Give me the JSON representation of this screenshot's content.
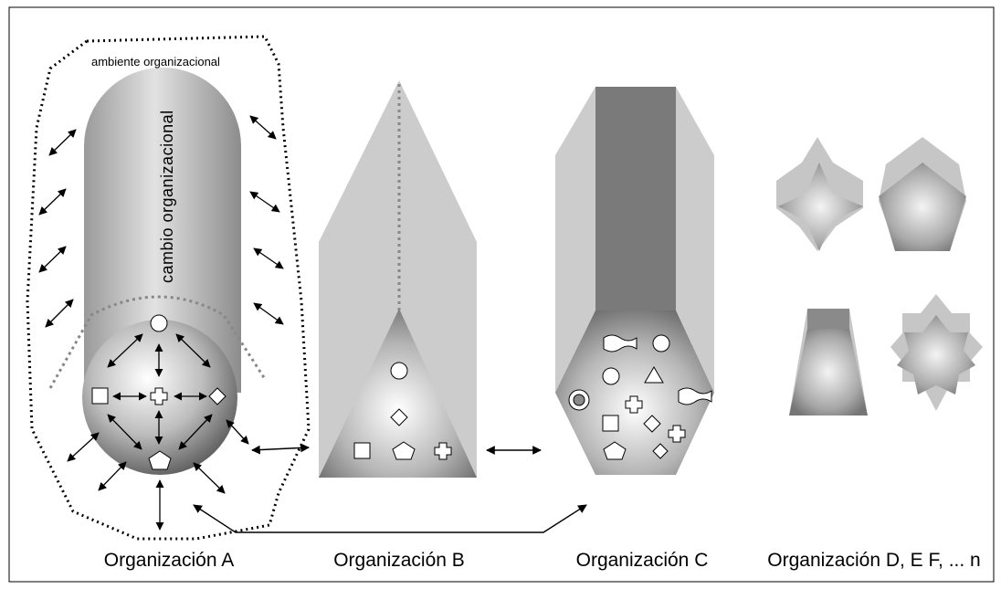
{
  "labels": {
    "ambiente": "ambiente organizacional",
    "cambio": "cambio organizacional"
  },
  "captions": {
    "a": "Organización A",
    "b": "Organización B",
    "c": "Organización C",
    "d": "Organización D, E F, ... n"
  },
  "colors": {
    "face_light": "#cfcfcf",
    "face_dark": "#7a7a7a",
    "shape_fill": "#ffffff",
    "border": "#000000"
  }
}
